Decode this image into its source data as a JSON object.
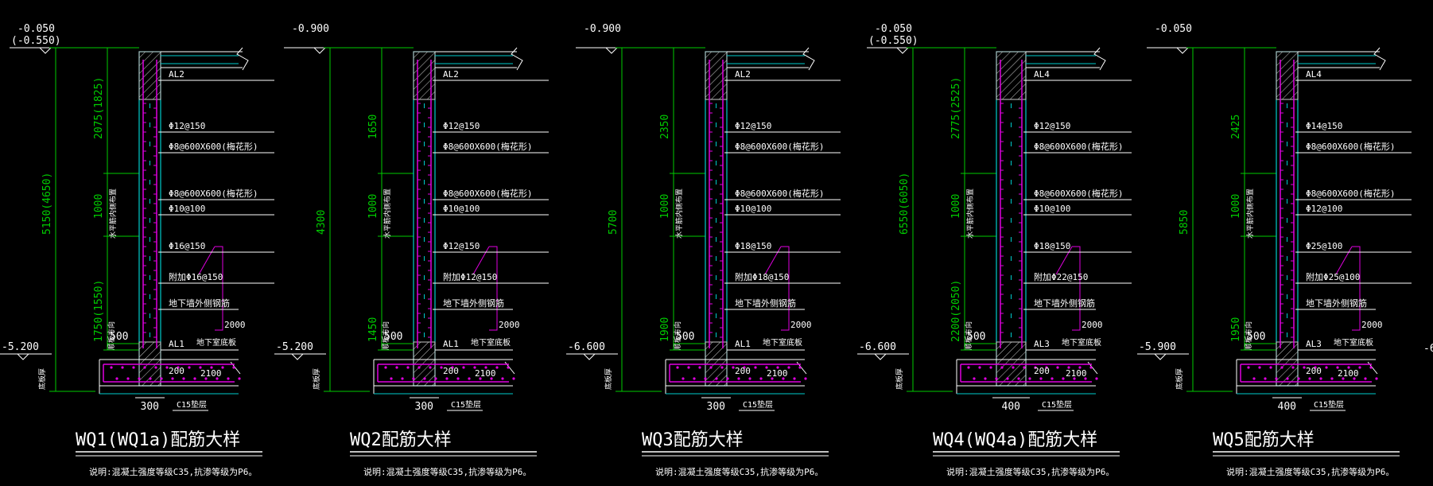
{
  "colors": {
    "background": "#000000",
    "dim": "#00cc00",
    "cyan": "#00cccc",
    "magenta": "#e000e0",
    "white": "#ffffff",
    "yellow": "#cccc00",
    "hatch": "#c8c8c8"
  },
  "common": {
    "note": "说明:混凝土强度等级C35,抗渗等级为P6。",
    "label_l1": "顺板方向",
    "label_dbh": "底板厚",
    "label_ly": "水平筋内侧布置",
    "label_dxs": "地下室底板",
    "label_c15": "C15垫层",
    "label_tooth": "2100",
    "label_200": "200",
    "label_outer": "地下墙外侧钢筋",
    "label_2000": "2000",
    "label_500": "500"
  },
  "panels": [
    {
      "title": "WQ1(WQ1a)配筋大样",
      "top_elev": "-0.050",
      "top_elev2": "(-0.550)",
      "bot_elev": "-5.200",
      "total": "5150(4650)",
      "seg1": "2075(1825)",
      "seg2": "1000",
      "seg3": "1750(1550)",
      "thickness": "300",
      "top_beam": "AL2",
      "bot_beam": "AL1",
      "r1": "Φ12@150",
      "r2": "Φ8@600X600(梅花形)",
      "r3": "Φ8@600X600(梅花形)",
      "r4": "Φ10@100",
      "r5": "Φ16@150",
      "r6": "附加Φ16@150"
    },
    {
      "title": "WQ2配筋大样",
      "top_elev": "-0.900",
      "top_elev2": "",
      "bot_elev": "-5.200",
      "total": "4300",
      "seg1": "1650",
      "seg2": "1000",
      "seg3": "1450",
      "thickness": "300",
      "top_beam": "AL2",
      "bot_beam": "AL1",
      "r1": "Φ12@150",
      "r2": "Φ8@600X600(梅花形)",
      "r3": "Φ8@600X600(梅花形)",
      "r4": "Φ10@100",
      "r5": "Φ12@150",
      "r6": "附加Φ12@150"
    },
    {
      "title": "WQ3配筋大样",
      "top_elev": "-0.900",
      "top_elev2": "",
      "bot_elev": "-6.600",
      "total": "5700",
      "seg1": "2350",
      "seg2": "1000",
      "seg3": "1900",
      "thickness": "300",
      "top_beam": "AL2",
      "bot_beam": "AL1",
      "r1": "Φ12@150",
      "r2": "Φ8@600X600(梅花形)",
      "r3": "Φ8@600X600(梅花形)",
      "r4": "Φ10@100",
      "r5": "Φ18@150",
      "r6": "附加Φ18@150"
    },
    {
      "title": "WQ4(WQ4a)配筋大样",
      "top_elev": "-0.050",
      "top_elev2": "(-0.550)",
      "bot_elev": "-6.600",
      "total": "6550(6050)",
      "seg1": "2775(2525)",
      "seg2": "1000",
      "seg3": "2200(2050)",
      "thickness": "400",
      "top_beam": "AL4",
      "bot_beam": "AL3",
      "r1": "Φ12@150",
      "r2": "Φ8@600X600(梅花形)",
      "r3": "Φ8@600X600(梅花形)",
      "r4": "Φ10@100",
      "r5": "Φ18@150",
      "r6": "附加Φ22@150"
    },
    {
      "title": "WQ5配筋大样",
      "top_elev": "-0.050",
      "top_elev2": "",
      "bot_elev": "-5.900",
      "total": "5850",
      "seg1": "2425",
      "seg2": "1000",
      "seg3": "1950",
      "thickness": "400",
      "top_beam": "AL4",
      "bot_beam": "AL3",
      "r1": "Φ14@150",
      "r2": "Φ8@600X600(梅花形)",
      "r3": "Φ8@600X600(梅花形)",
      "r4": "Φ12@100",
      "r5": "Φ25@100",
      "r6": "附加Φ25@100"
    }
  ],
  "fragment_right": "-6"
}
